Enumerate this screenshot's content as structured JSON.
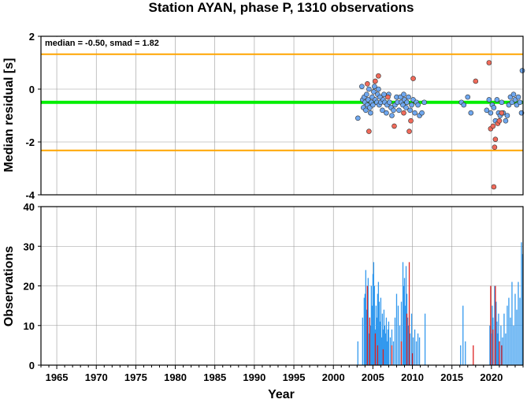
{
  "chart_data": [
    {
      "type": "scatter",
      "title": "Station AYAN, phase P, 1310 observations",
      "annotation": "median = -0.50, smad = 1.82",
      "ylabel": "Median residual [s]",
      "xlim": [
        1963,
        2024
      ],
      "ylim": [
        -4,
        2
      ],
      "yticks": [
        -4,
        -2,
        0,
        2
      ],
      "grid": true,
      "reference_lines": [
        {
          "name": "median",
          "value": -0.5,
          "color": "#00ee00"
        },
        {
          "name": "upper",
          "value": 1.32,
          "color": "#ffa500"
        },
        {
          "name": "lower",
          "value": -2.32,
          "color": "#ffa500"
        }
      ],
      "series": [
        {
          "color": "#6fa8f0",
          "points": [
            [
              2003.1,
              -1.1
            ],
            [
              2003.6,
              0.1
            ],
            [
              2003.7,
              -0.4
            ],
            [
              2003.8,
              -0.7
            ],
            [
              2003.9,
              -0.3
            ],
            [
              2004.0,
              -0.5
            ],
            [
              2004.1,
              -0.8
            ],
            [
              2004.2,
              -0.2
            ],
            [
              2004.3,
              -0.6
            ],
            [
              2004.4,
              -0.4
            ],
            [
              2004.5,
              0.0
            ],
            [
              2004.6,
              -0.7
            ],
            [
              2004.7,
              -0.9
            ],
            [
              2004.8,
              -0.5
            ],
            [
              2004.9,
              -0.3
            ],
            [
              2005.0,
              -0.6
            ],
            [
              2005.1,
              -0.1
            ],
            [
              2005.2,
              0.1
            ],
            [
              2005.3,
              -0.4
            ],
            [
              2005.5,
              -0.5
            ],
            [
              2005.6,
              -0.2
            ],
            [
              2005.7,
              0.0
            ],
            [
              2005.8,
              -0.6
            ],
            [
              2005.9,
              -0.3
            ],
            [
              2006.0,
              -0.5
            ],
            [
              2006.2,
              -0.8
            ],
            [
              2006.3,
              -0.4
            ],
            [
              2006.4,
              -0.2
            ],
            [
              2006.5,
              -0.5
            ],
            [
              2006.7,
              -0.9
            ],
            [
              2006.8,
              -0.6
            ],
            [
              2007.0,
              -0.2
            ],
            [
              2007.1,
              -0.5
            ],
            [
              2007.3,
              -0.7
            ],
            [
              2007.4,
              -1.0
            ],
            [
              2007.6,
              -0.8
            ],
            [
              2007.8,
              -0.6
            ],
            [
              2008.0,
              -0.3
            ],
            [
              2008.1,
              -0.5
            ],
            [
              2008.3,
              -0.8
            ],
            [
              2008.5,
              -0.3
            ],
            [
              2008.6,
              -0.5
            ],
            [
              2008.8,
              -0.6
            ],
            [
              2008.9,
              -0.2
            ],
            [
              2009.0,
              -0.4
            ],
            [
              2009.2,
              -0.7
            ],
            [
              2009.3,
              -0.5
            ],
            [
              2009.5,
              -0.3
            ],
            [
              2009.7,
              -0.8
            ],
            [
              2009.9,
              -0.6
            ],
            [
              2010.1,
              -0.4
            ],
            [
              2010.3,
              -0.9
            ],
            [
              2010.5,
              -0.5
            ],
            [
              2010.7,
              -0.6
            ],
            [
              2010.9,
              -1.0
            ],
            [
              2011.2,
              -0.9
            ],
            [
              2011.5,
              -0.5
            ],
            [
              2016.2,
              -0.5
            ],
            [
              2016.5,
              -0.6
            ],
            [
              2017.0,
              -0.3
            ],
            [
              2017.4,
              -0.9
            ],
            [
              2019.4,
              -0.8
            ],
            [
              2019.7,
              -0.4
            ],
            [
              2019.9,
              -0.9
            ],
            [
              2020.1,
              -0.6
            ],
            [
              2020.3,
              -0.7
            ],
            [
              2020.5,
              -1.2
            ],
            [
              2020.7,
              -0.4
            ],
            [
              2020.9,
              -0.9
            ],
            [
              2021.1,
              -1.0
            ],
            [
              2021.3,
              -0.5
            ],
            [
              2021.5,
              -0.9
            ],
            [
              2021.8,
              -1.2
            ],
            [
              2022.0,
              -1.0
            ],
            [
              2022.2,
              -0.6
            ],
            [
              2022.4,
              -0.3
            ],
            [
              2022.6,
              -0.5
            ],
            [
              2022.8,
              -0.2
            ],
            [
              2023.0,
              -0.4
            ],
            [
              2023.2,
              -0.6
            ],
            [
              2023.4,
              -0.3
            ],
            [
              2023.6,
              -0.5
            ],
            [
              2023.8,
              -0.9
            ],
            [
              2023.9,
              0.7
            ]
          ]
        },
        {
          "color": "#f06a5a",
          "points": [
            [
              2004.3,
              0.2
            ],
            [
              2004.5,
              -1.6
            ],
            [
              2005.3,
              0.3
            ],
            [
              2005.7,
              0.5
            ],
            [
              2006.9,
              -0.3
            ],
            [
              2007.7,
              -1.4
            ],
            [
              2008.9,
              -0.9
            ],
            [
              2009.6,
              -1.6
            ],
            [
              2009.8,
              -1.2
            ],
            [
              2010.1,
              0.4
            ],
            [
              2018.0,
              0.3
            ],
            [
              2019.7,
              1.0
            ],
            [
              2019.9,
              -1.5
            ],
            [
              2020.2,
              -1.4
            ],
            [
              2020.4,
              -2.2
            ],
            [
              2020.5,
              -1.9
            ],
            [
              2020.8,
              -1.3
            ],
            [
              2020.3,
              -3.7
            ],
            [
              2021.0,
              -1.2
            ],
            [
              2021.3,
              -0.9
            ]
          ]
        }
      ]
    },
    {
      "type": "bar",
      "xlabel": "Year",
      "ylabel": "Observations",
      "xlim": [
        1963,
        2024
      ],
      "ylim": [
        0,
        40
      ],
      "xticks": [
        1965,
        1970,
        1975,
        1980,
        1985,
        1990,
        1995,
        2000,
        2005,
        2010,
        2015,
        2020
      ],
      "yticks": [
        0,
        10,
        20,
        30,
        40
      ],
      "grid": true,
      "series": [
        {
          "color": "#3399ee",
          "bars": [
            [
              2003.1,
              6
            ],
            [
              2003.7,
              12
            ],
            [
              2003.9,
              17
            ],
            [
              2004.0,
              18
            ],
            [
              2004.1,
              24
            ],
            [
              2004.2,
              14
            ],
            [
              2004.3,
              11
            ],
            [
              2004.4,
              22
            ],
            [
              2004.5,
              8
            ],
            [
              2004.6,
              12
            ],
            [
              2004.7,
              10
            ],
            [
              2004.8,
              20
            ],
            [
              2004.9,
              15
            ],
            [
              2005.0,
              23
            ],
            [
              2005.1,
              26
            ],
            [
              2005.2,
              20
            ],
            [
              2005.3,
              9
            ],
            [
              2005.4,
              15
            ],
            [
              2005.5,
              12
            ],
            [
              2005.6,
              18
            ],
            [
              2005.7,
              21
            ],
            [
              2005.8,
              16
            ],
            [
              2005.9,
              11
            ],
            [
              2006.0,
              17
            ],
            [
              2006.1,
              7
            ],
            [
              2006.2,
              13
            ],
            [
              2006.3,
              9
            ],
            [
              2006.4,
              14
            ],
            [
              2006.5,
              10
            ],
            [
              2006.6,
              8
            ],
            [
              2006.7,
              12
            ],
            [
              2006.8,
              6
            ],
            [
              2006.9,
              9
            ],
            [
              2007.0,
              11
            ],
            [
              2007.2,
              7
            ],
            [
              2007.4,
              9
            ],
            [
              2007.6,
              6
            ],
            [
              2007.8,
              12
            ],
            [
              2008.0,
              18
            ],
            [
              2008.2,
              15
            ],
            [
              2008.4,
              10
            ],
            [
              2008.6,
              16
            ],
            [
              2008.8,
              26
            ],
            [
              2008.9,
              20
            ],
            [
              2009.0,
              22
            ],
            [
              2009.1,
              15
            ],
            [
              2009.2,
              25
            ],
            [
              2009.3,
              18
            ],
            [
              2009.4,
              12
            ],
            [
              2009.5,
              10
            ],
            [
              2009.7,
              8
            ],
            [
              2009.9,
              13
            ],
            [
              2010.1,
              7
            ],
            [
              2010.3,
              9
            ],
            [
              2010.5,
              6
            ],
            [
              2010.7,
              8
            ],
            [
              2010.9,
              7
            ],
            [
              2011.6,
              13
            ],
            [
              2016.1,
              5
            ],
            [
              2016.4,
              15
            ],
            [
              2016.7,
              6
            ],
            [
              2019.8,
              10
            ],
            [
              2019.9,
              9
            ],
            [
              2020.0,
              8
            ],
            [
              2020.1,
              15
            ],
            [
              2020.2,
              12
            ],
            [
              2020.4,
              20
            ],
            [
              2020.5,
              9
            ],
            [
              2020.6,
              16
            ],
            [
              2020.7,
              11
            ],
            [
              2020.8,
              8
            ],
            [
              2020.9,
              13
            ],
            [
              2021.0,
              6
            ],
            [
              2021.2,
              10
            ],
            [
              2021.4,
              7
            ],
            [
              2021.6,
              13
            ],
            [
              2021.8,
              8
            ],
            [
              2022.0,
              15
            ],
            [
              2022.2,
              17
            ],
            [
              2022.4,
              12
            ],
            [
              2022.6,
              21
            ],
            [
              2022.8,
              10
            ],
            [
              2023.0,
              18
            ],
            [
              2023.2,
              14
            ],
            [
              2023.4,
              21
            ],
            [
              2023.6,
              17
            ],
            [
              2023.8,
              31
            ],
            [
              2023.95,
              28
            ]
          ]
        },
        {
          "color": "#dd2222",
          "bars": [
            [
              2004.3,
              20
            ],
            [
              2004.6,
              12
            ],
            [
              2005.3,
              8
            ],
            [
              2005.6,
              5
            ],
            [
              2006.3,
              4
            ],
            [
              2007.4,
              5
            ],
            [
              2008.6,
              6
            ],
            [
              2009.3,
              13
            ],
            [
              2009.6,
              26
            ],
            [
              2010.0,
              3
            ],
            [
              2017.7,
              5
            ],
            [
              2019.9,
              20
            ],
            [
              2020.2,
              9
            ],
            [
              2020.5,
              20
            ],
            [
              2021.0,
              6
            ],
            [
              2021.3,
              5
            ]
          ]
        }
      ]
    }
  ]
}
